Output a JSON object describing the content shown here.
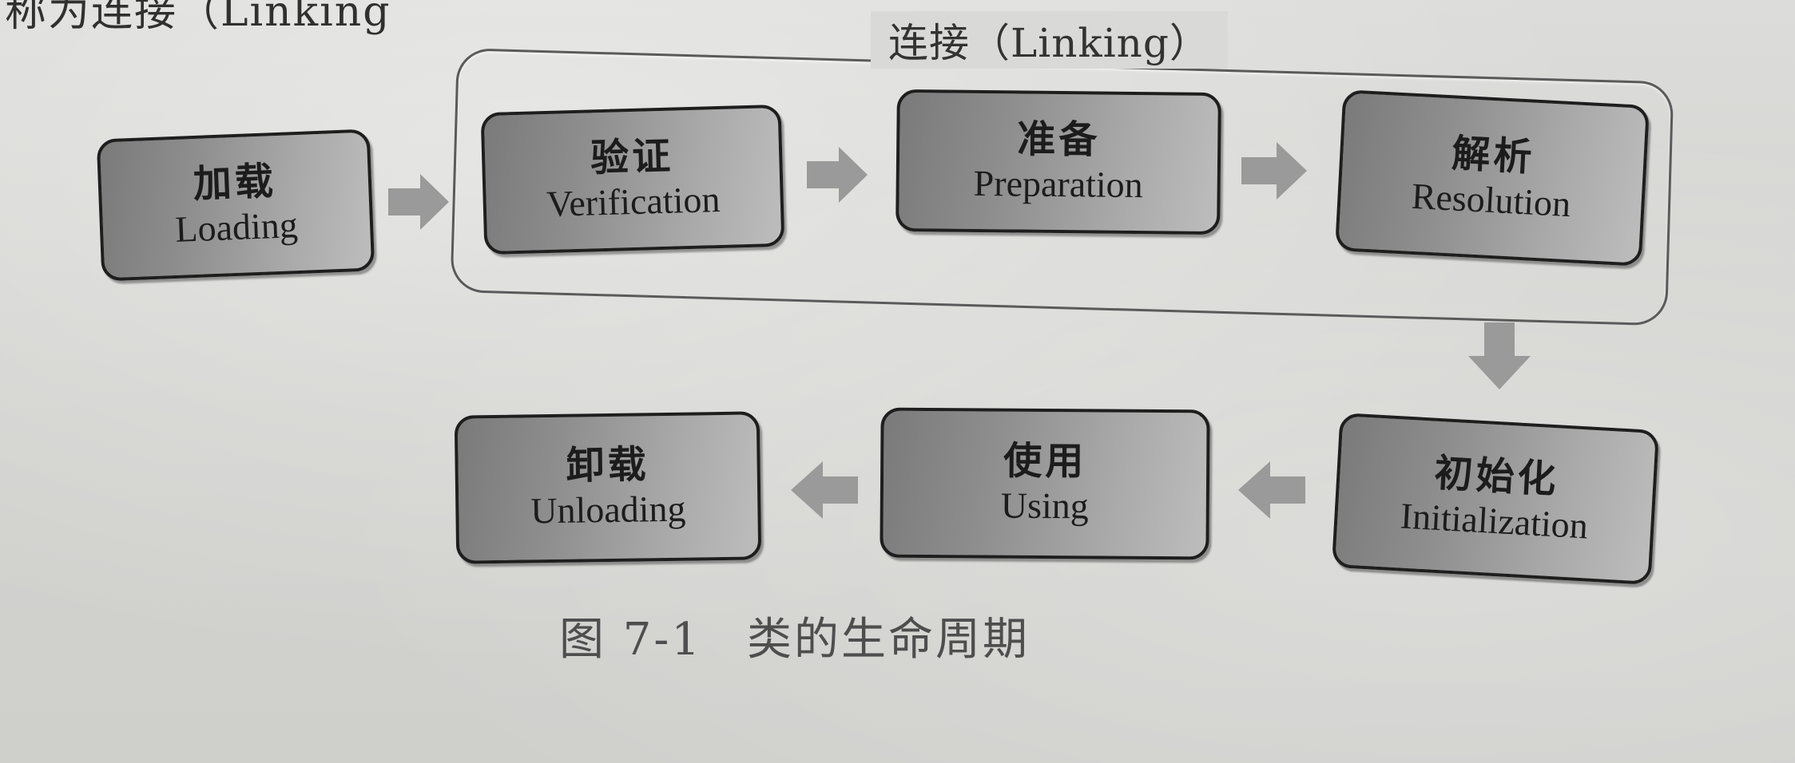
{
  "top_text": "称为连接（Linking",
  "linking_label": "连接（Linking）",
  "stages": {
    "loading": {
      "zh": "加载",
      "en": "Loading"
    },
    "verification": {
      "zh": "验证",
      "en": "Verification"
    },
    "preparation": {
      "zh": "准备",
      "en": "Preparation"
    },
    "resolution": {
      "zh": "解析",
      "en": "Resolution"
    },
    "initialization": {
      "zh": "初始化",
      "en": "Initialization"
    },
    "using": {
      "zh": "使用",
      "en": "Using"
    },
    "unloading": {
      "zh": "卸载",
      "en": "Unloading"
    }
  },
  "caption": {
    "number": "图 7-1",
    "title": "类的生命周期"
  },
  "colors": {
    "box_dark": "#7a7a7a",
    "box_light": "#bdbdbd",
    "arrow": "#9a9a9a",
    "page": "#d6d6d4"
  }
}
